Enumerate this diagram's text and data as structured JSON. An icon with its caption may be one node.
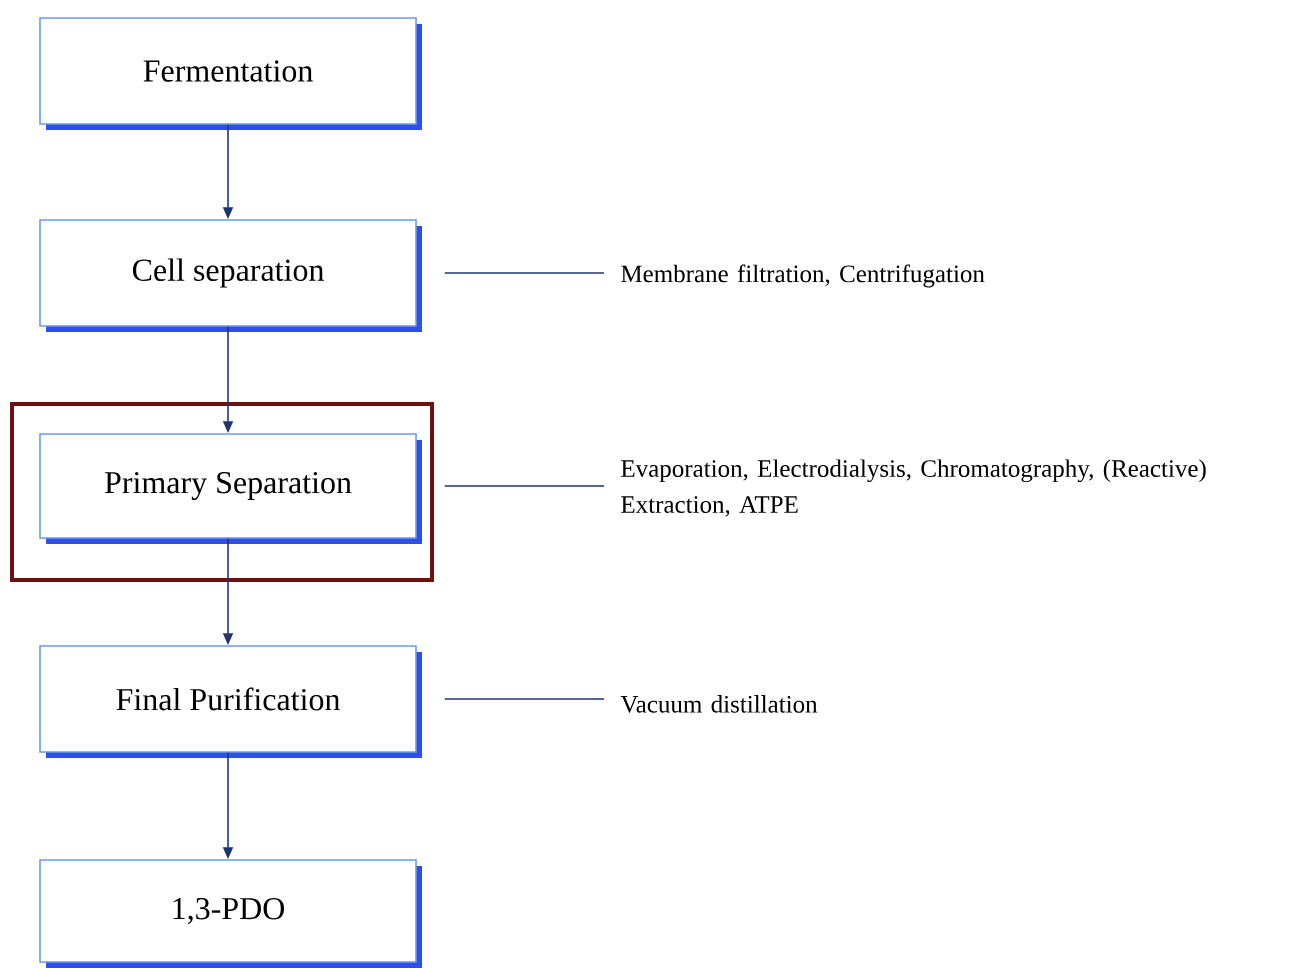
{
  "diagram": {
    "nodes": [
      {
        "text": [
          "Fermentation"
        ]
      },
      {
        "text": [
          "Cell separation"
        ]
      },
      {
        "text": [],
        "shape": "box"
      },
      {
        "text": [
          "Primary Separation"
        ],
        "in": 2
      },
      {
        "text": [
          "Final Purification"
        ]
      },
      {
        "text": [
          "1,3-PDO"
        ]
      },
      {
        "text": [
          "Membrane filtration, Centrifugation"
        ]
      },
      {
        "text": [
          "Evaporation, Electrodialysis, Chromatography, (Reactive) Extraction, ATPE"
        ]
      },
      {
        "text": [
          "Vacuum distillation"
        ]
      }
    ],
    "edges": [
      {
        "from": 0,
        "to": 1,
        "arrow": "to"
      },
      {
        "from": 1,
        "to": 3,
        "arrow": "to"
      },
      {
        "from": 3,
        "to": 4,
        "arrow": "to"
      },
      {
        "from": 4,
        "to": 5,
        "arrow": "to"
      },
      {
        "from": 1,
        "to": 6,
        "arrow": "none"
      },
      {
        "from": 3,
        "to": 7,
        "arrow": "none"
      },
      {
        "from": 4,
        "to": 8,
        "arrow": "none"
      }
    ]
  }
}
